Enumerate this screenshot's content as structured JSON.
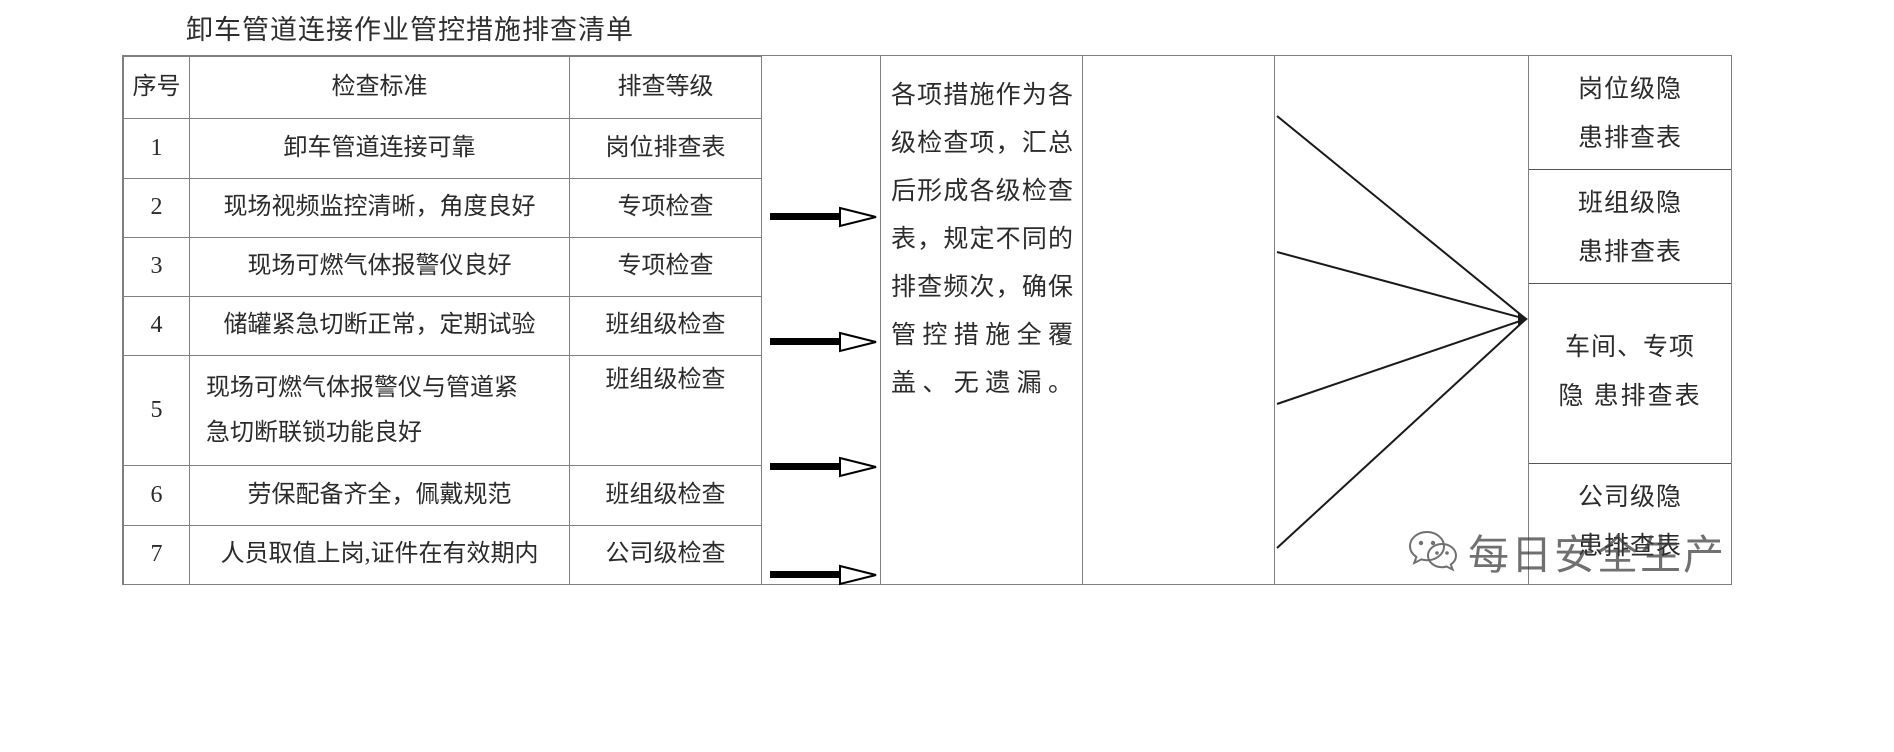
{
  "title": "卸车管道连接作业管控措施排查清单",
  "checklist": {
    "headers": [
      "序号",
      "检查标准",
      "排查等级"
    ],
    "rows": [
      {
        "no": "1",
        "standard": "卸车管道连接可靠",
        "level": "岗位排查表"
      },
      {
        "no": "2",
        "standard": "现场视频监控清晰，角度良好",
        "level": "专项检查"
      },
      {
        "no": "3",
        "standard": "现场可燃气体报警仪良好",
        "level": "专项检查"
      },
      {
        "no": "4",
        "standard": "储罐紧急切断正常，定期试验",
        "level": "班组级检查"
      },
      {
        "no": "5",
        "standard_line1": "现场可燃气体报警仪与管道紧",
        "standard_line2": "急切断联锁功能良好",
        "level": "班组级检查"
      },
      {
        "no": "6",
        "standard": "劳保配备齐全，佩戴规范",
        "level": "班组级检查"
      },
      {
        "no": "7",
        "standard": "人员取值上岗,证件在有效期内",
        "level": "公司级检查"
      }
    ]
  },
  "arrows": {
    "count": 4,
    "tops": [
      160,
      285,
      410,
      518
    ],
    "icon": "arrow-right-icon"
  },
  "center": {
    "text": "各项措施作为各级检查项，汇总后形成各级检查表，规定不同的排查频次，确保管控措施全覆盖、无遗漏。"
  },
  "outputs": [
    {
      "line1": "岗位级隐",
      "line2": "患排查表"
    },
    {
      "line1": "班组级隐",
      "line2": "患排查表"
    },
    {
      "line1": "车间、专项",
      "line2": "隐  患排查表"
    },
    {
      "line1": "公司级隐",
      "line2": "患排查表"
    }
  ],
  "watermark": {
    "text": "每日安全生产",
    "icon": "wechat-icon"
  },
  "colors": {
    "text": "#2b2b2b",
    "border": "#808080",
    "border_strong": "#555555",
    "background": "#ffffff"
  }
}
